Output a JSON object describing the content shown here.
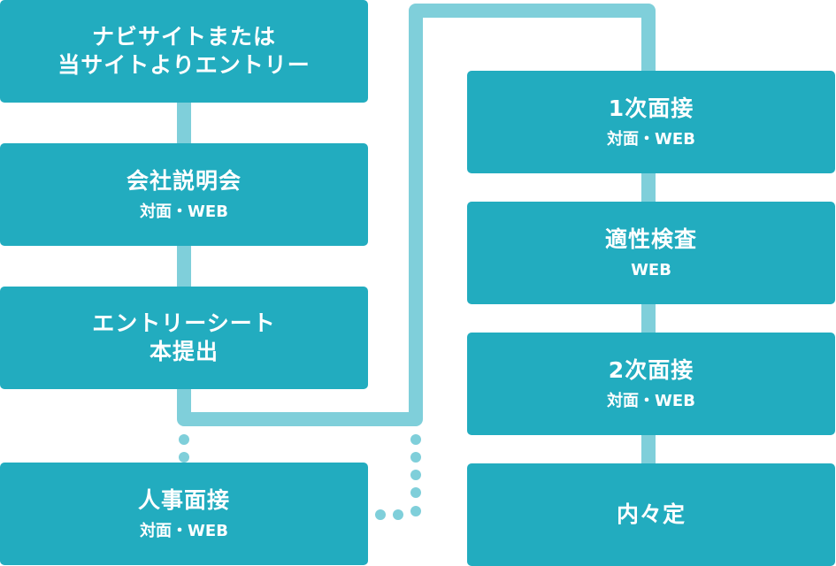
{
  "colors": {
    "box": "#22acbf",
    "connector": "#7fcfda",
    "text": "#ffffff"
  },
  "left_column": [
    {
      "title": "ナビサイトまたは",
      "title2": "当サイトよりエントリー",
      "sub": ""
    },
    {
      "title": "会社説明会",
      "title2": "",
      "sub": "対面・WEB"
    },
    {
      "title": "エントリーシート",
      "title2": "本提出",
      "sub": ""
    },
    {
      "title": "人事面接",
      "title2": "",
      "sub": "対面・WEB"
    }
  ],
  "right_column": [
    {
      "title": "1次面接",
      "title2": "",
      "sub": "対面・WEB"
    },
    {
      "title": "適性検査",
      "title2": "",
      "sub": "WEB"
    },
    {
      "title": "2次面接",
      "title2": "",
      "sub": "対面・WEB"
    },
    {
      "title": "内々定",
      "title2": "",
      "sub": ""
    }
  ]
}
